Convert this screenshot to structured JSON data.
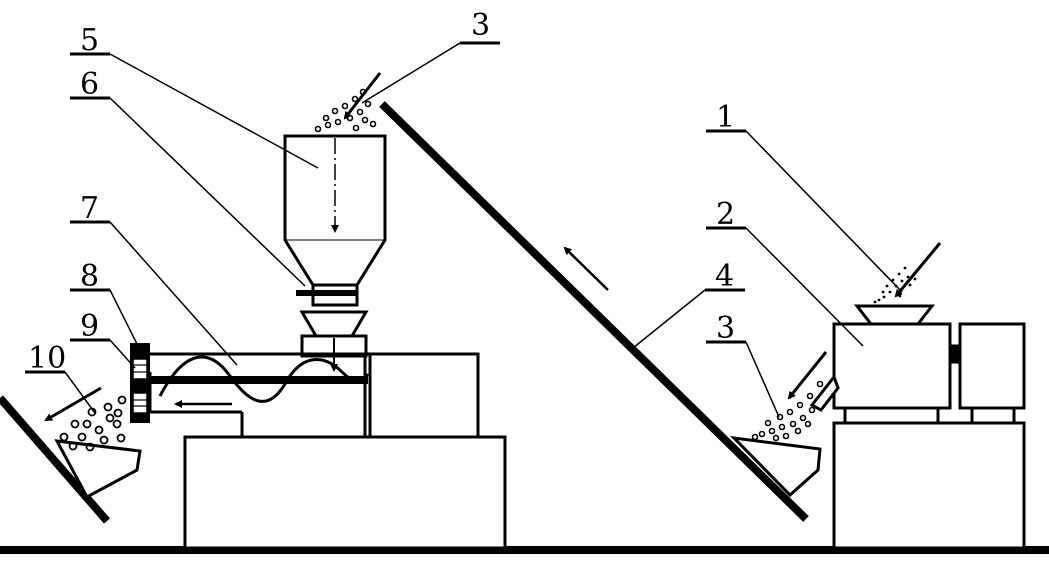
{
  "labels": {
    "l1": "1",
    "l2": "2",
    "l3_top": "3",
    "l3_right": "3",
    "l4": "4",
    "l5": "5",
    "l6": "6",
    "l7": "7",
    "l8": "8",
    "l9": "9",
    "l10": "10"
  }
}
